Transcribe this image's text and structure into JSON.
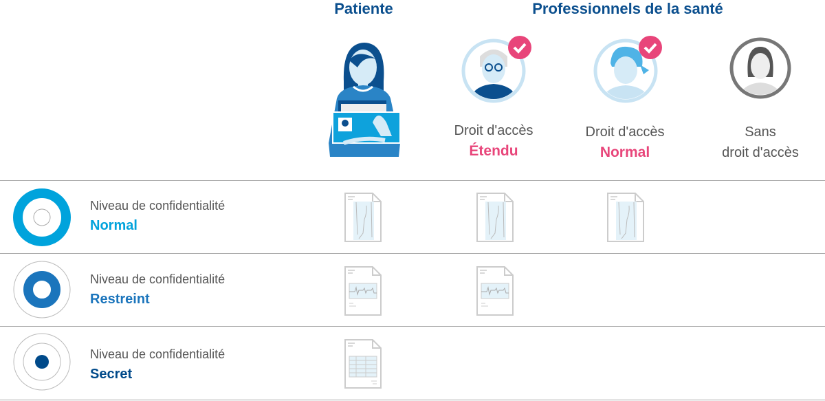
{
  "headers": {
    "patient": "Patiente",
    "professionals": "Professionnels de la santé"
  },
  "professionals": [
    {
      "line1": "Droit d'accès",
      "line2": "Étendu",
      "checked": true,
      "icon": "doctor-avatar-icon"
    },
    {
      "line1": "Droit d'accès",
      "line2": "Normal",
      "checked": true,
      "icon": "nurse-avatar-icon"
    },
    {
      "line1": "Sans",
      "line2": "droit d'accès",
      "checked": false,
      "icon": "no-access-avatar-icon"
    }
  ],
  "levels": [
    {
      "prefix": "Niveau de confidentialité",
      "name": "Normal",
      "color": "#00a3dc",
      "doc": "xray-document-icon",
      "access_count": 3
    },
    {
      "prefix": "Niveau de confidentialité",
      "name": "Restreint",
      "color": "#1b75bc",
      "doc": "ecg-document-icon",
      "access_count": 2
    },
    {
      "prefix": "Niveau de confidentialité",
      "name": "Secret",
      "color": "#004a8a",
      "doc": "table-document-icon",
      "access_count": 1
    }
  ],
  "colors": {
    "title": "#0b4f8e",
    "accent": "#e8457a"
  }
}
